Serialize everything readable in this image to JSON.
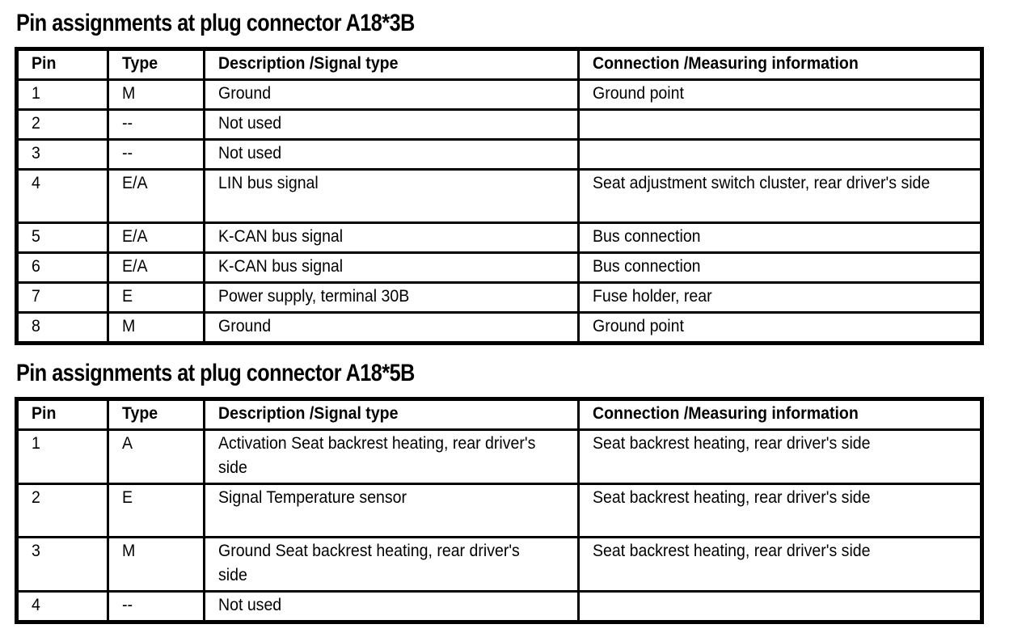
{
  "document": {
    "type": "wiring-pin-assignment-sheet"
  },
  "sections": [
    {
      "title": "Pin assignments at plug connector A18*3B",
      "table": {
        "columns": [
          "Pin",
          "Type",
          "Description /Signal type",
          "Connection /Measuring information"
        ],
        "rows": [
          {
            "pin": "1",
            "type": "M",
            "description": "Ground",
            "connection": "Ground point",
            "lines": 1
          },
          {
            "pin": "2",
            "type": "--",
            "description": "Not used",
            "connection": "",
            "lines": 1
          },
          {
            "pin": "3",
            "type": "--",
            "description": "Not used",
            "connection": "",
            "lines": 1
          },
          {
            "pin": "4",
            "type": "E/A",
            "description": "LIN bus signal",
            "connection": "Seat adjustment switch cluster, rear driver's side",
            "lines": 2
          },
          {
            "pin": "5",
            "type": "E/A",
            "description": "K-CAN bus signal",
            "connection": "Bus connection",
            "lines": 1
          },
          {
            "pin": "6",
            "type": "E/A",
            "description": "K-CAN bus signal",
            "connection": "Bus connection",
            "lines": 1
          },
          {
            "pin": "7",
            "type": "E",
            "description": "Power supply, terminal 30B",
            "connection": "Fuse holder, rear",
            "lines": 1
          },
          {
            "pin": "8",
            "type": "M",
            "description": "Ground",
            "connection": "Ground point",
            "lines": 1
          }
        ]
      }
    },
    {
      "title": "Pin assignments at plug connector A18*5B",
      "table": {
        "columns": [
          "Pin",
          "Type",
          "Description /Signal type",
          "Connection /Measuring information"
        ],
        "rows": [
          {
            "pin": "1",
            "type": "A",
            "description": "Activation Seat backrest heating, rear driver's side",
            "connection": "Seat backrest heating, rear driver's side",
            "lines": 2
          },
          {
            "pin": "2",
            "type": "E",
            "description": "Signal Temperature sensor",
            "connection": "Seat backrest heating, rear driver's side",
            "lines": 2
          },
          {
            "pin": "3",
            "type": "M",
            "description": "Ground Seat backrest heating, rear driver's side",
            "connection": "Seat backrest heating, rear driver's side",
            "lines": 2
          },
          {
            "pin": "4",
            "type": "--",
            "description": "Not used",
            "connection": "",
            "lines": 1
          }
        ]
      }
    }
  ],
  "colors": {
    "text": "#000000",
    "background": "#ffffff",
    "border": "#000000"
  }
}
